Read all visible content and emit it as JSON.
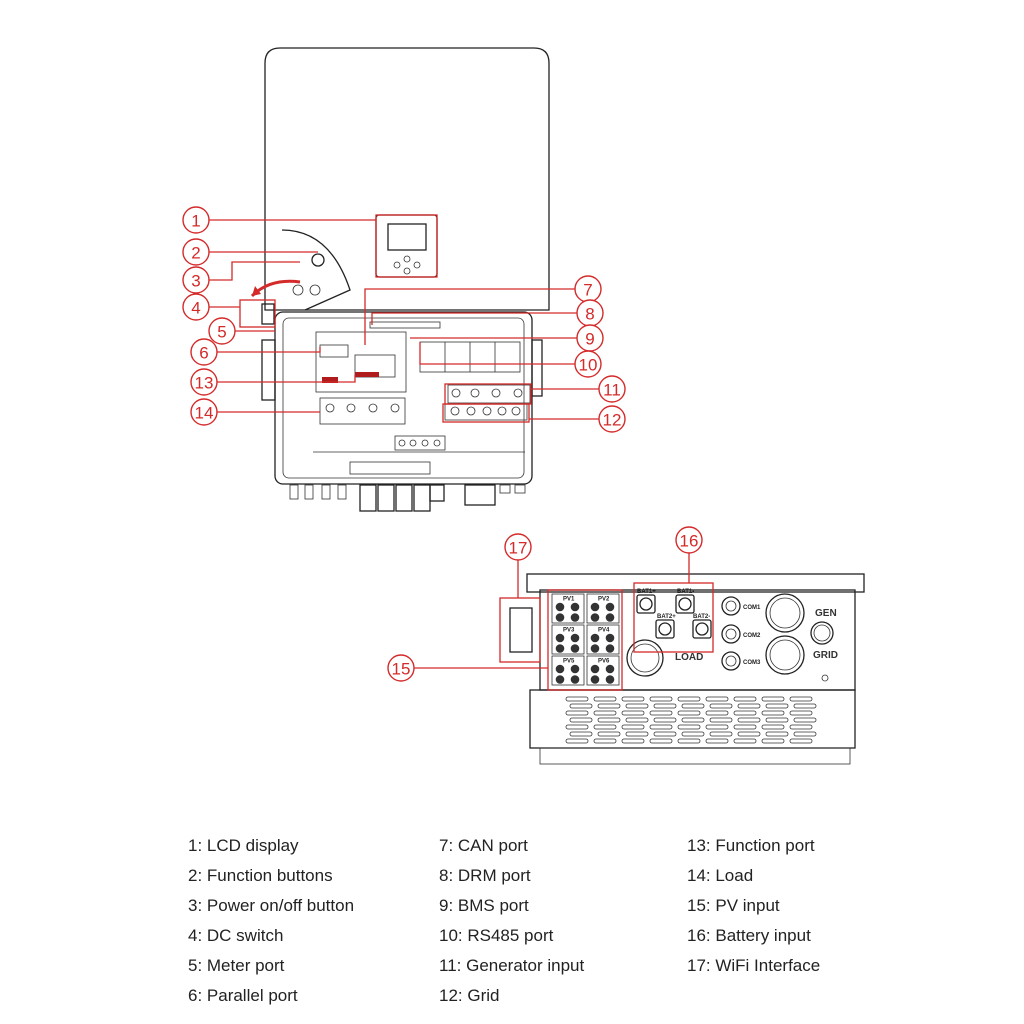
{
  "callouts": [
    "1",
    "2",
    "3",
    "4",
    "5",
    "6",
    "7",
    "8",
    "9",
    "10",
    "11",
    "12",
    "13",
    "14",
    "15",
    "16",
    "17"
  ],
  "panel_labels": {
    "bat1p": "BAT1+",
    "bat1n": "BAT1-",
    "bat2p": "BAT2+",
    "bat2n": "BAT2-",
    "com1": "COM1",
    "com2": "COM2",
    "com3": "COM3",
    "load": "LOAD",
    "gen": "GEN",
    "grid": "GRID",
    "pv": [
      "PV1",
      "PV2",
      "PV3",
      "PV4",
      "PV5",
      "PV6"
    ]
  },
  "legend": {
    "col1": [
      "1: LCD display",
      "2: Function buttons",
      "3: Power on/off button",
      "4: DC switch",
      "5: Meter port",
      "6: Parallel port"
    ],
    "col2": [
      "7: CAN port",
      "8: DRM port",
      "9: BMS port",
      "10: RS485 port",
      "11: Generator input",
      "12: Grid"
    ],
    "col3": [
      "13: Function port",
      "14: Load",
      "15: PV input",
      "16: Battery input",
      "17: WiFi Interface"
    ]
  },
  "colors": {
    "accent": "#d42a2a",
    "line": "#222222"
  }
}
